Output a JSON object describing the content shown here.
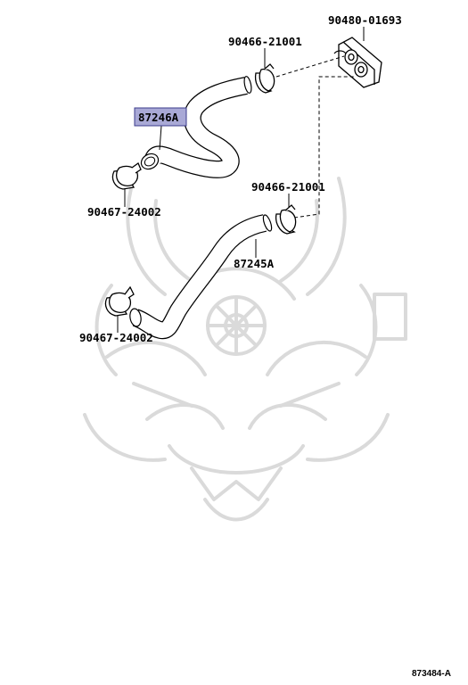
{
  "colors": {
    "line": "#000000",
    "highlight_fill": "#a9a9d6",
    "highlight_stroke": "#3c3c8c",
    "watermark": "#d8d8d8"
  },
  "watermark": {
    "icon": "samurai-helmet-watermark-icon"
  },
  "parts": {
    "connector": {
      "code": "90480-01693"
    },
    "clamp_upper_right": {
      "code": "90466-21001"
    },
    "hose_upper": {
      "code": "87246A",
      "highlighted": true
    },
    "clamp_upper_left": {
      "code": "90467-24002"
    },
    "clamp_lower_right": {
      "code": "90466-21001"
    },
    "hose_lower": {
      "code": "87245A"
    },
    "clamp_lower_left": {
      "code": "90467-24002"
    }
  },
  "diagram_ref": "873484-A"
}
